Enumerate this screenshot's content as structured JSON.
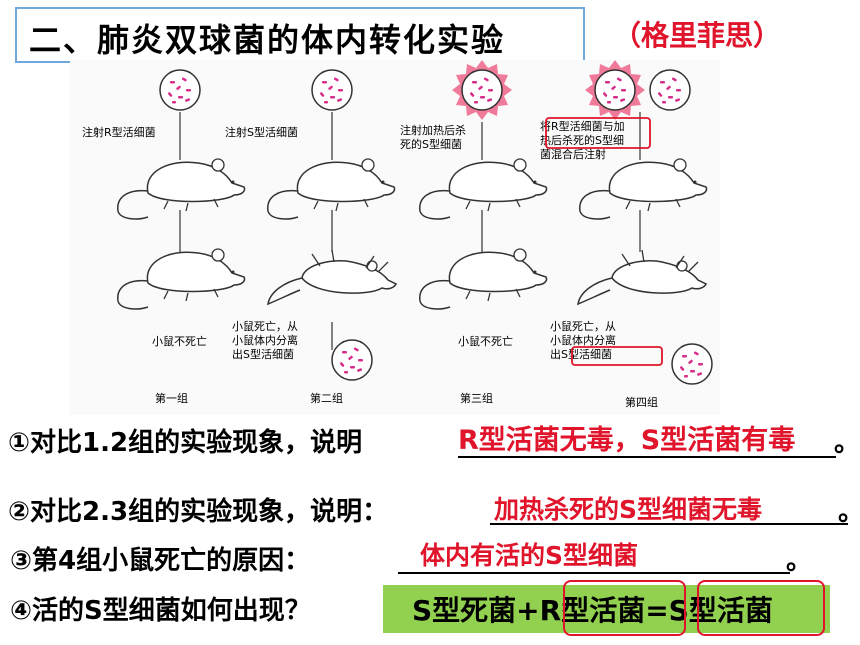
{
  "header": {
    "title": "二、肺炎双球菌的体内转化实验",
    "subtitle": "（格里菲思）"
  },
  "figure": {
    "groups": [
      {
        "injection": [
          "注射R型活细菌"
        ],
        "outcome": [
          "小鼠不死亡"
        ],
        "label": "第一组"
      },
      {
        "injection": [
          "注射S型活细菌"
        ],
        "outcome": [
          "小鼠死亡，从",
          "小鼠体内分离",
          "出S型活细菌"
        ],
        "label": "第二组"
      },
      {
        "injection": [
          "注射加热后杀",
          "死的S型细菌"
        ],
        "outcome": [
          "小鼠不死亡"
        ],
        "label": "第三组"
      },
      {
        "injection": [
          "将R型活细菌与加",
          "热后杀死的S型细",
          "菌混合后注射"
        ],
        "outcome": [
          "小鼠死亡，从",
          "小鼠体内分离",
          "出S型活细菌"
        ],
        "label": "第四组"
      }
    ]
  },
  "questions": [
    {
      "prompt": "①对比1.2组的实验现象，说明",
      "answer": "R型活菌无毒，S型活菌有毒",
      "tail": "。"
    },
    {
      "prompt": "②对比2.3组的实验现象，说明：",
      "answer": "加热杀死的S型细菌无毒",
      "tail": "。"
    },
    {
      "prompt": "③第4组小鼠死亡的原因：",
      "answer": "体内有活的S型细菌",
      "tail": "。"
    },
    {
      "prompt": "④活的S型细菌如何出现？",
      "answer": "S型死菌+R型活菌=S型活菌"
    }
  ],
  "colors": {
    "accent_red": "#e0142a",
    "title_border": "#6fa8dc",
    "answer_box": "#92d050"
  }
}
